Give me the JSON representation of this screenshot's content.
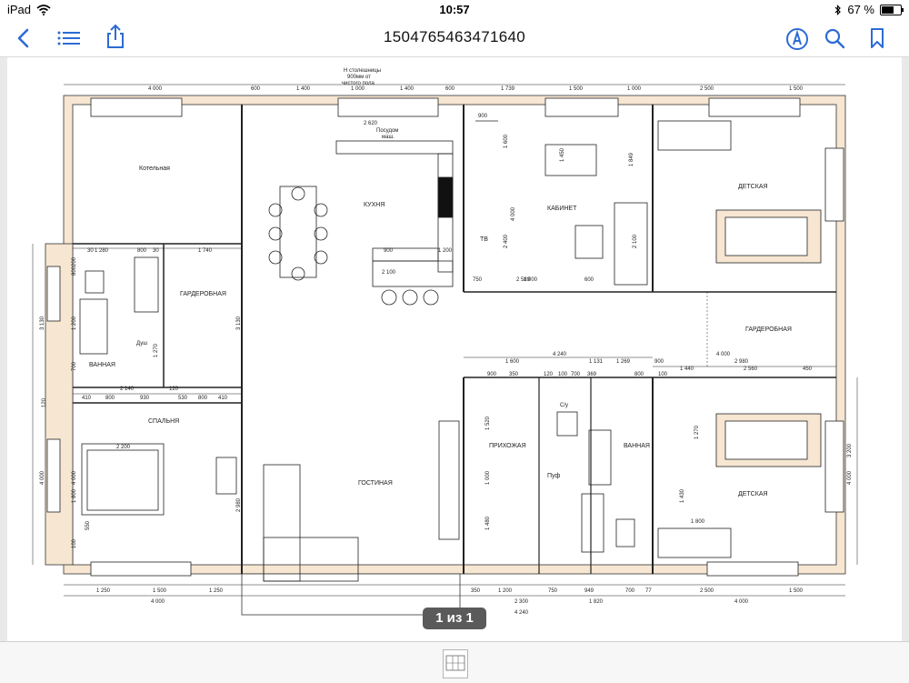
{
  "status_bar": {
    "device": "iPad",
    "time": "10:57",
    "battery": "67 %",
    "battery_level": 0.67
  },
  "toolbar": {
    "title": "1504765463471640"
  },
  "icons": {
    "back": "chevron-left-icon",
    "outline": "list-icon",
    "share": "share-icon",
    "markup": "markup-pen-icon",
    "search": "search-icon",
    "bookmark": "bookmark-icon",
    "wifi": "wifi-icon",
    "bluetooth": "bluetooth-icon"
  },
  "colors": {
    "accent": "#2c6bd6",
    "pdf_beige": "#f6e6d2"
  },
  "page_indicator": "1 из 1",
  "plan": {
    "rooms": {
      "boiler": "Котельная",
      "kitchen": "КУХНЯ",
      "office": "КАБИНЕТ",
      "kids1": "ДЕТСКАЯ",
      "wardrobe1": "ГАРДЕРОБНАЯ",
      "bath1": "ВАННАЯ",
      "bedroom": "СПАЛЬНЯ",
      "living": "ГОСТИНАЯ",
      "hall": "ПРИХОЖАЯ",
      "bath2": "ВАННАЯ",
      "wardrobe2": "ГАРДЕРОБНАЯ",
      "kids2": "ДЕТСКАЯ"
    },
    "notes": {
      "counter_h1": "Н столешницы",
      "counter_h2": "900мм от",
      "counter_h3": "чистого пола",
      "dishwasher1": "Посудом",
      "dishwasher2": "маш.",
      "tv": "ТВ",
      "shower": "Душ",
      "pouf": "Пуф",
      "wc": "С/у"
    },
    "dims_top": [
      "4 000",
      "600",
      "1 400",
      "1 000",
      "1 400",
      "600",
      "1 739",
      "1 500",
      "1 000",
      "2 500",
      "1 500"
    ],
    "dims_bottom": [
      "1 250",
      "1 500",
      "1 250",
      "4 000",
      "350",
      "1 200",
      "750",
      "949",
      "700",
      "77",
      "2 300",
      "1 820",
      "4 240",
      "2 500",
      "1 500",
      "4 000"
    ],
    "dims_mid": [
      "1 280",
      "800",
      "30",
      "1 740",
      "30",
      "2 140",
      "120",
      "410",
      "800",
      "930",
      "530",
      "800",
      "410",
      "1 600",
      "4 240",
      "1 131",
      "1 269",
      "900",
      "2 980",
      "4 000",
      "1 440",
      "2 560",
      "450",
      "1 800",
      "900",
      "350",
      "120",
      "100",
      "700",
      "369",
      "800",
      "100",
      "2 100",
      "900",
      "1 200",
      "750",
      "2 589",
      "600",
      "900",
      "1 000",
      "2 620",
      "2 200"
    ],
    "dims_side": [
      "3 130",
      "3 130",
      "4 000",
      "4 000",
      "3 200",
      "4 000",
      "1 800",
      "1 270",
      "2 980",
      "1 520",
      "1 480",
      "1 000",
      "1 430",
      "1 270",
      "1 450",
      "1 849",
      "4 000",
      "2 400",
      "1 600",
      "2 100",
      "1 200",
      "800",
      "700",
      "550",
      "200",
      "100",
      "120"
    ]
  }
}
